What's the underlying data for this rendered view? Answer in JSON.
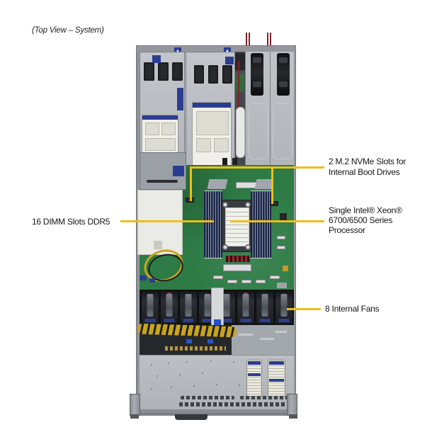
{
  "title": "(Top View – System)",
  "callouts": {
    "m2": {
      "lines": [
        "2 M.2 NVMe Slots for",
        "Internal Boot Drives"
      ]
    },
    "dimm": {
      "label": "16 DIMM Slots DDR5"
    },
    "cpu": {
      "lines": [
        "Single Intel® Xeon®",
        "6700/6500 Series",
        "Processor"
      ]
    },
    "fans": {
      "label": "8 Internal Fans"
    }
  },
  "colors": {
    "callout_line": "#EFBE1A",
    "pcb_green": "#2E7B45",
    "label_blue": "#2B3D91",
    "chassis_silver": "#B6BABF"
  }
}
